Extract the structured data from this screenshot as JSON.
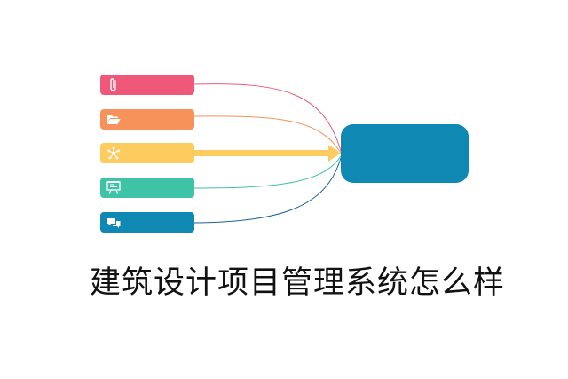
{
  "title": "建筑设计项目管理系统怎么样",
  "diagram": {
    "sources": [
      {
        "id": "attachment",
        "icon": "paperclip-icon",
        "color": "#f0587a"
      },
      {
        "id": "folder",
        "icon": "folder-open-icon",
        "color": "#f7935a"
      },
      {
        "id": "network",
        "icon": "network-nodes-icon",
        "color": "#fdcb5e"
      },
      {
        "id": "presentation",
        "icon": "presentation-board-icon",
        "color": "#3fc3a6"
      },
      {
        "id": "chat",
        "icon": "chat-bubbles-icon",
        "color": "#1088b4"
      }
    ],
    "hub": {
      "color": "#1088b4"
    },
    "highlighted_source": "network"
  }
}
